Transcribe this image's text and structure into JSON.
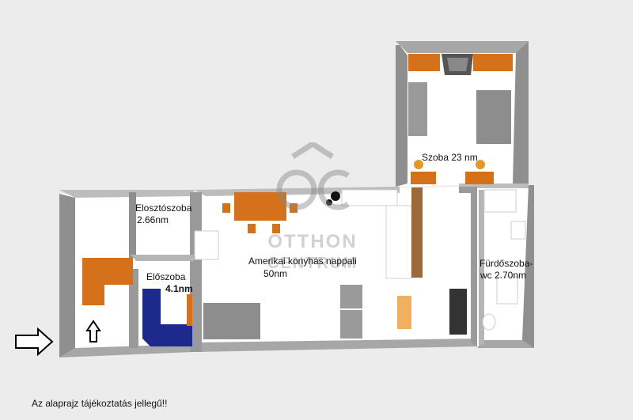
{
  "rooms": {
    "elosztoszoba": {
      "name": "Elosztószoba",
      "area": "2.66nm"
    },
    "eloszoba": {
      "name": "Előszoba",
      "area": "4.1nm"
    },
    "nappali": {
      "name": "Amerikai konyhás nappali",
      "area": "50nm"
    },
    "szoba": {
      "name": "Szoba 23 nm"
    },
    "furdoszoba": {
      "name": "Fürdőszoba-",
      "area": "wc  2.70nm"
    }
  },
  "watermark": {
    "top": "OTTHON",
    "bottom": "CENTRUM"
  },
  "note": "Az alaprajz tájékoztatás jellegű!!",
  "colors": {
    "wall": "#8f8f8f",
    "floor": "#ffffff",
    "furniture_orange": "#d4711a",
    "sofa_blue": "#1d2a8c",
    "grey_furniture": "#8d8d8d"
  }
}
